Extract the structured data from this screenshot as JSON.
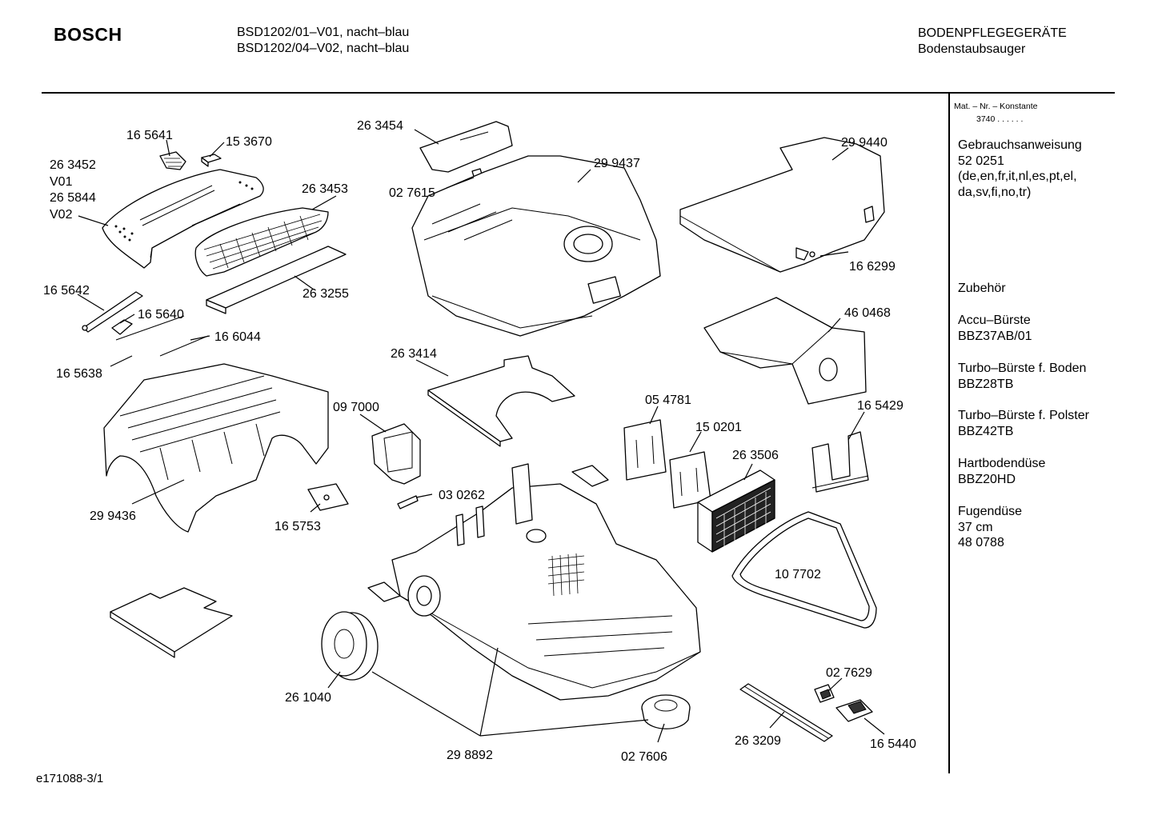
{
  "header": {
    "brand": "BOSCH",
    "models": [
      "BSD1202/01–V01, nacht–blau",
      "BSD1202/04–V02, nacht–blau"
    ],
    "category": "BODENPFLEGEGERÄTE",
    "subcategory": "Bodenstaubsauger"
  },
  "sidebar": {
    "mat_label": "Mat. – Nr. – Konstante",
    "mat_value": "3740  .  .     .  .  .  .",
    "manual_title": "Gebrauchsanweisung",
    "manual_number": "52 0251",
    "manual_langs_1": "(de,en,fr,it,nl,es,pt,el,",
    "manual_langs_2": "da,sv,fi,no,tr)",
    "accessories_title": "Zubehör",
    "items": [
      {
        "name": "Accu–Bürste",
        "code": "BBZ37AB/01"
      },
      {
        "name": "Turbo–Bürste f. Boden",
        "code": "BBZ28TB"
      },
      {
        "name": "Turbo–Bürste f. Polster",
        "code": "BBZ42TB"
      },
      {
        "name": "Hartbodendüse",
        "code": "BBZ20HD"
      }
    ],
    "fugenduse": {
      "name": "Fugendüse",
      "size": "37 cm",
      "code": "48 0788"
    }
  },
  "footer": {
    "code": "e171088-3/1"
  },
  "parts": {
    "p165641": "16 5641",
    "p153670": "15 3670",
    "p263452": "26 3452",
    "v01": "V01",
    "p265844": "26 5844",
    "v02": "V02",
    "p263453": "26 3453",
    "p263255": "26 3255",
    "p165642": "16 5642",
    "p165640": "16 5640",
    "p166044": "16 6044",
    "p165638": "16 5638",
    "p263454": "26 3454",
    "p027615": "02 7615",
    "p299437": "29 9437",
    "p299440": "29 9440",
    "p166299": "16 6299",
    "p460468": "46 0468",
    "p263414": "26 3414",
    "p097000": "09 7000",
    "p030262": "03 0262",
    "p054781": "05 4781",
    "p150201": "15 0201",
    "p263506": "26 3506",
    "p165429": "16 5429",
    "p299436": "29 9436",
    "p165753": "16 5753",
    "p107702": "10 7702",
    "p261040": "26 1040",
    "p298892": "29 8892",
    "p027606": "02 7606",
    "p027629": "02 7629",
    "p263209": "26 3209",
    "p165440": "16 5440"
  }
}
